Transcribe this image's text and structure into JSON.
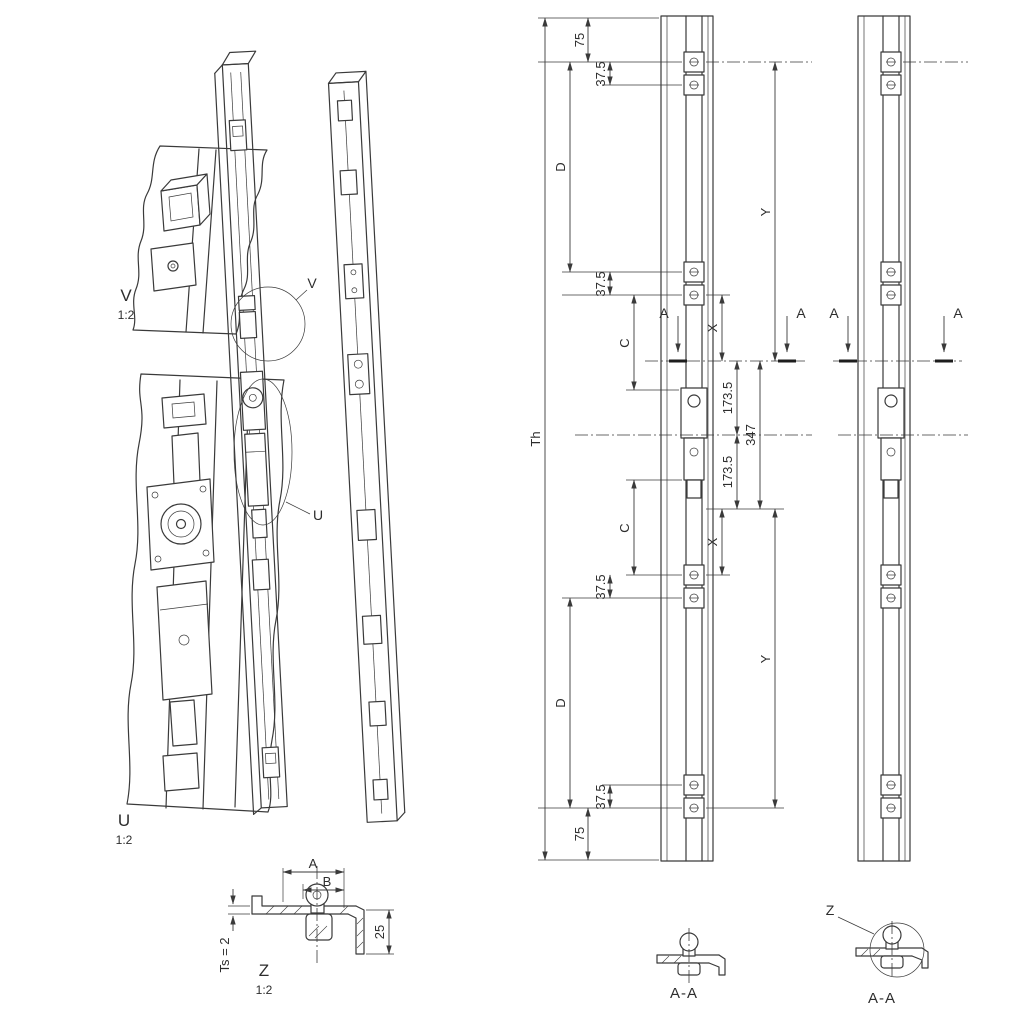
{
  "drawing": {
    "background": "#ffffff",
    "line_color": "#3a3a3a",
    "details": {
      "v": {
        "label": "V",
        "scale": "1:2"
      },
      "u": {
        "label": "U",
        "scale": "1:2"
      },
      "z": {
        "label": "Z",
        "scale": "1:2"
      }
    },
    "callouts": {
      "v": "V",
      "u": "U",
      "z": "Z"
    },
    "sections": {
      "cut_label": "A",
      "view_label_left": "A-A",
      "view_label_right": "A-A"
    },
    "dimensions": {
      "overall_height": "Th",
      "offset_top": "75",
      "offset_bottom": "75",
      "pitch_top": "37.5",
      "pitch_upper": "37.5",
      "pitch_lower": "37.5",
      "pitch_bottom": "37.5",
      "d_upper": "D",
      "d_lower": "D",
      "c_upper": "C",
      "c_lower": "C",
      "x_upper": "X",
      "x_lower": "X",
      "y_upper": "Y",
      "y_lower": "Y",
      "half_span_upper": "173.5",
      "half_span_lower": "173.5",
      "full_span": "347",
      "z_width_a": "A",
      "z_width_b": "B",
      "z_depth": "25",
      "z_thickness": "Ts = 2"
    }
  }
}
